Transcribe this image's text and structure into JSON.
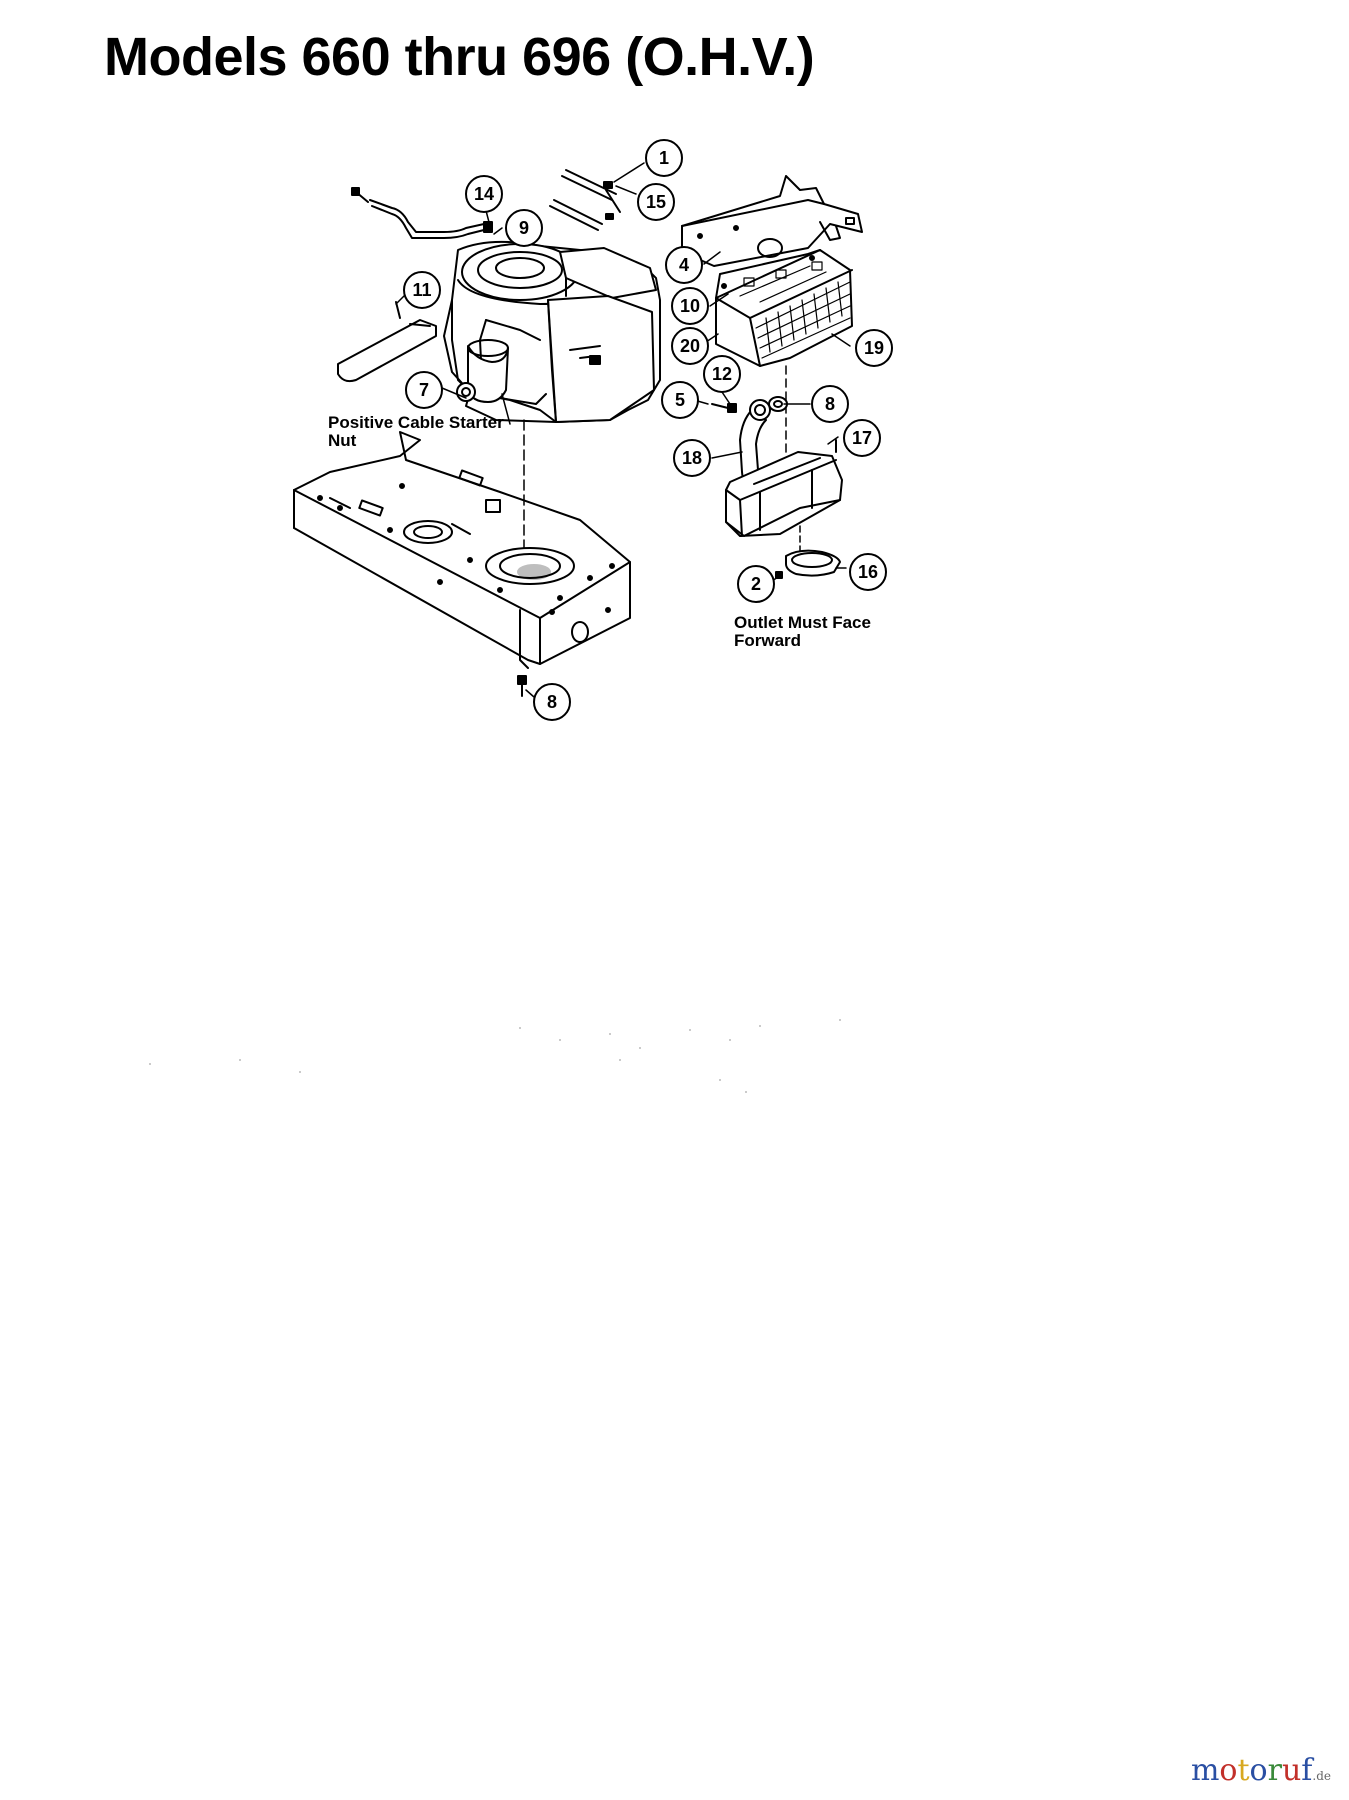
{
  "title": "Models 660 thru 696 (O.H.V.)",
  "annotations": {
    "starter_line1": "Positive Cable Starter",
    "starter_line2": "Nut",
    "outlet_line1": "Outlet Must Face",
    "outlet_line2": "Forward"
  },
  "callouts": [
    {
      "id": "c1",
      "label": "1"
    },
    {
      "id": "c15",
      "label": "15"
    },
    {
      "id": "c14",
      "label": "14"
    },
    {
      "id": "c9",
      "label": "9"
    },
    {
      "id": "c11",
      "label": "11"
    },
    {
      "id": "c7",
      "label": "7"
    },
    {
      "id": "c4",
      "label": "4"
    },
    {
      "id": "c10",
      "label": "10"
    },
    {
      "id": "c20",
      "label": "20"
    },
    {
      "id": "c19",
      "label": "19"
    },
    {
      "id": "c12",
      "label": "12"
    },
    {
      "id": "c5",
      "label": "5"
    },
    {
      "id": "c8a",
      "label": "8"
    },
    {
      "id": "c17",
      "label": "17"
    },
    {
      "id": "c18",
      "label": "18"
    },
    {
      "id": "c2",
      "label": "2"
    },
    {
      "id": "c16",
      "label": "16"
    },
    {
      "id": "c8b",
      "label": "8"
    }
  ],
  "watermark": {
    "letters": [
      "m",
      "o",
      "t",
      "o",
      "r",
      "u",
      "f"
    ],
    "colors": [
      "#2a4fa3",
      "#c2302a",
      "#d8a820",
      "#2a4fa3",
      "#3a8a3a",
      "#c2302a",
      "#2a4fa3"
    ],
    "suffix": ".de"
  }
}
